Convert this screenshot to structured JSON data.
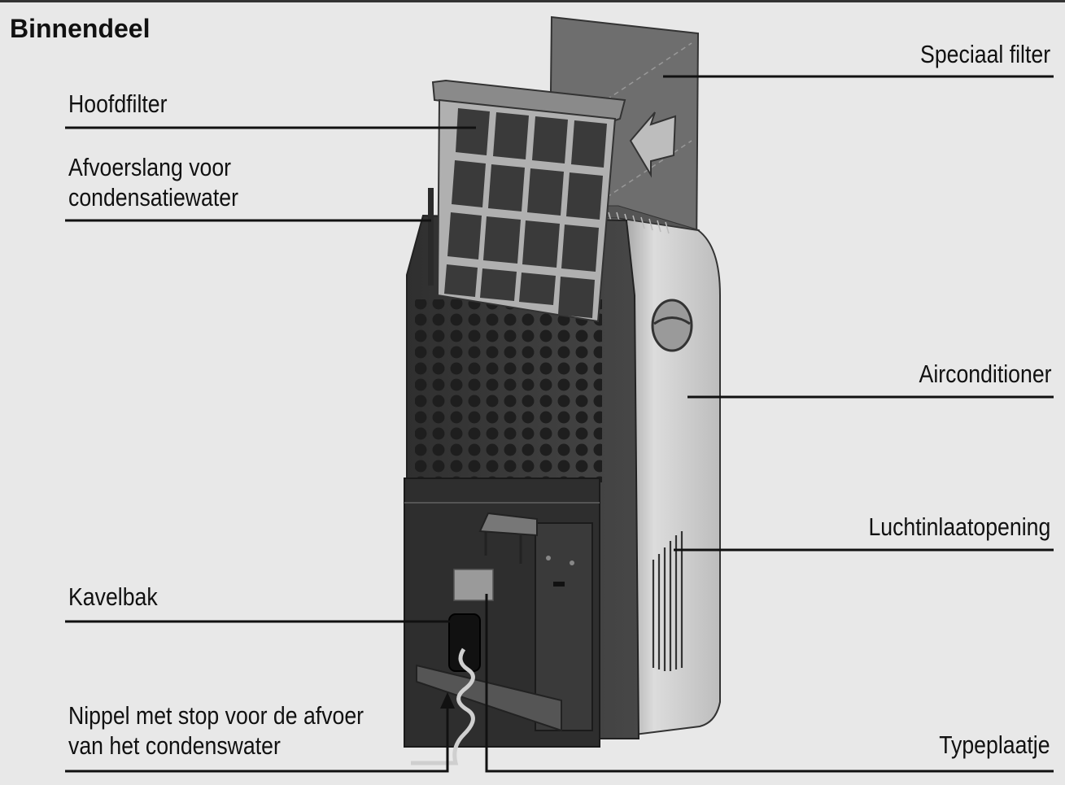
{
  "title": "Binnendeel",
  "labels": {
    "special_filter": "Speciaal filter",
    "main_filter": "Hoofdfilter",
    "drain_hose_line1": "Afvoerslang voor",
    "drain_hose_line2": "condensatiewater",
    "air_conditioner": "Airconditioner",
    "air_inlet": "Luchtinlaatopening",
    "tray": "Kavelbak",
    "nipple_line1": "Nippel met stop voor de afvoer",
    "nipple_line2": "van het condenswater",
    "type_plate": "Typeplaatje"
  },
  "colors": {
    "background": "#e8e8e8",
    "unit_dark": "#3a3a3a",
    "unit_side": "#cfcfcf",
    "line": "#111111"
  }
}
